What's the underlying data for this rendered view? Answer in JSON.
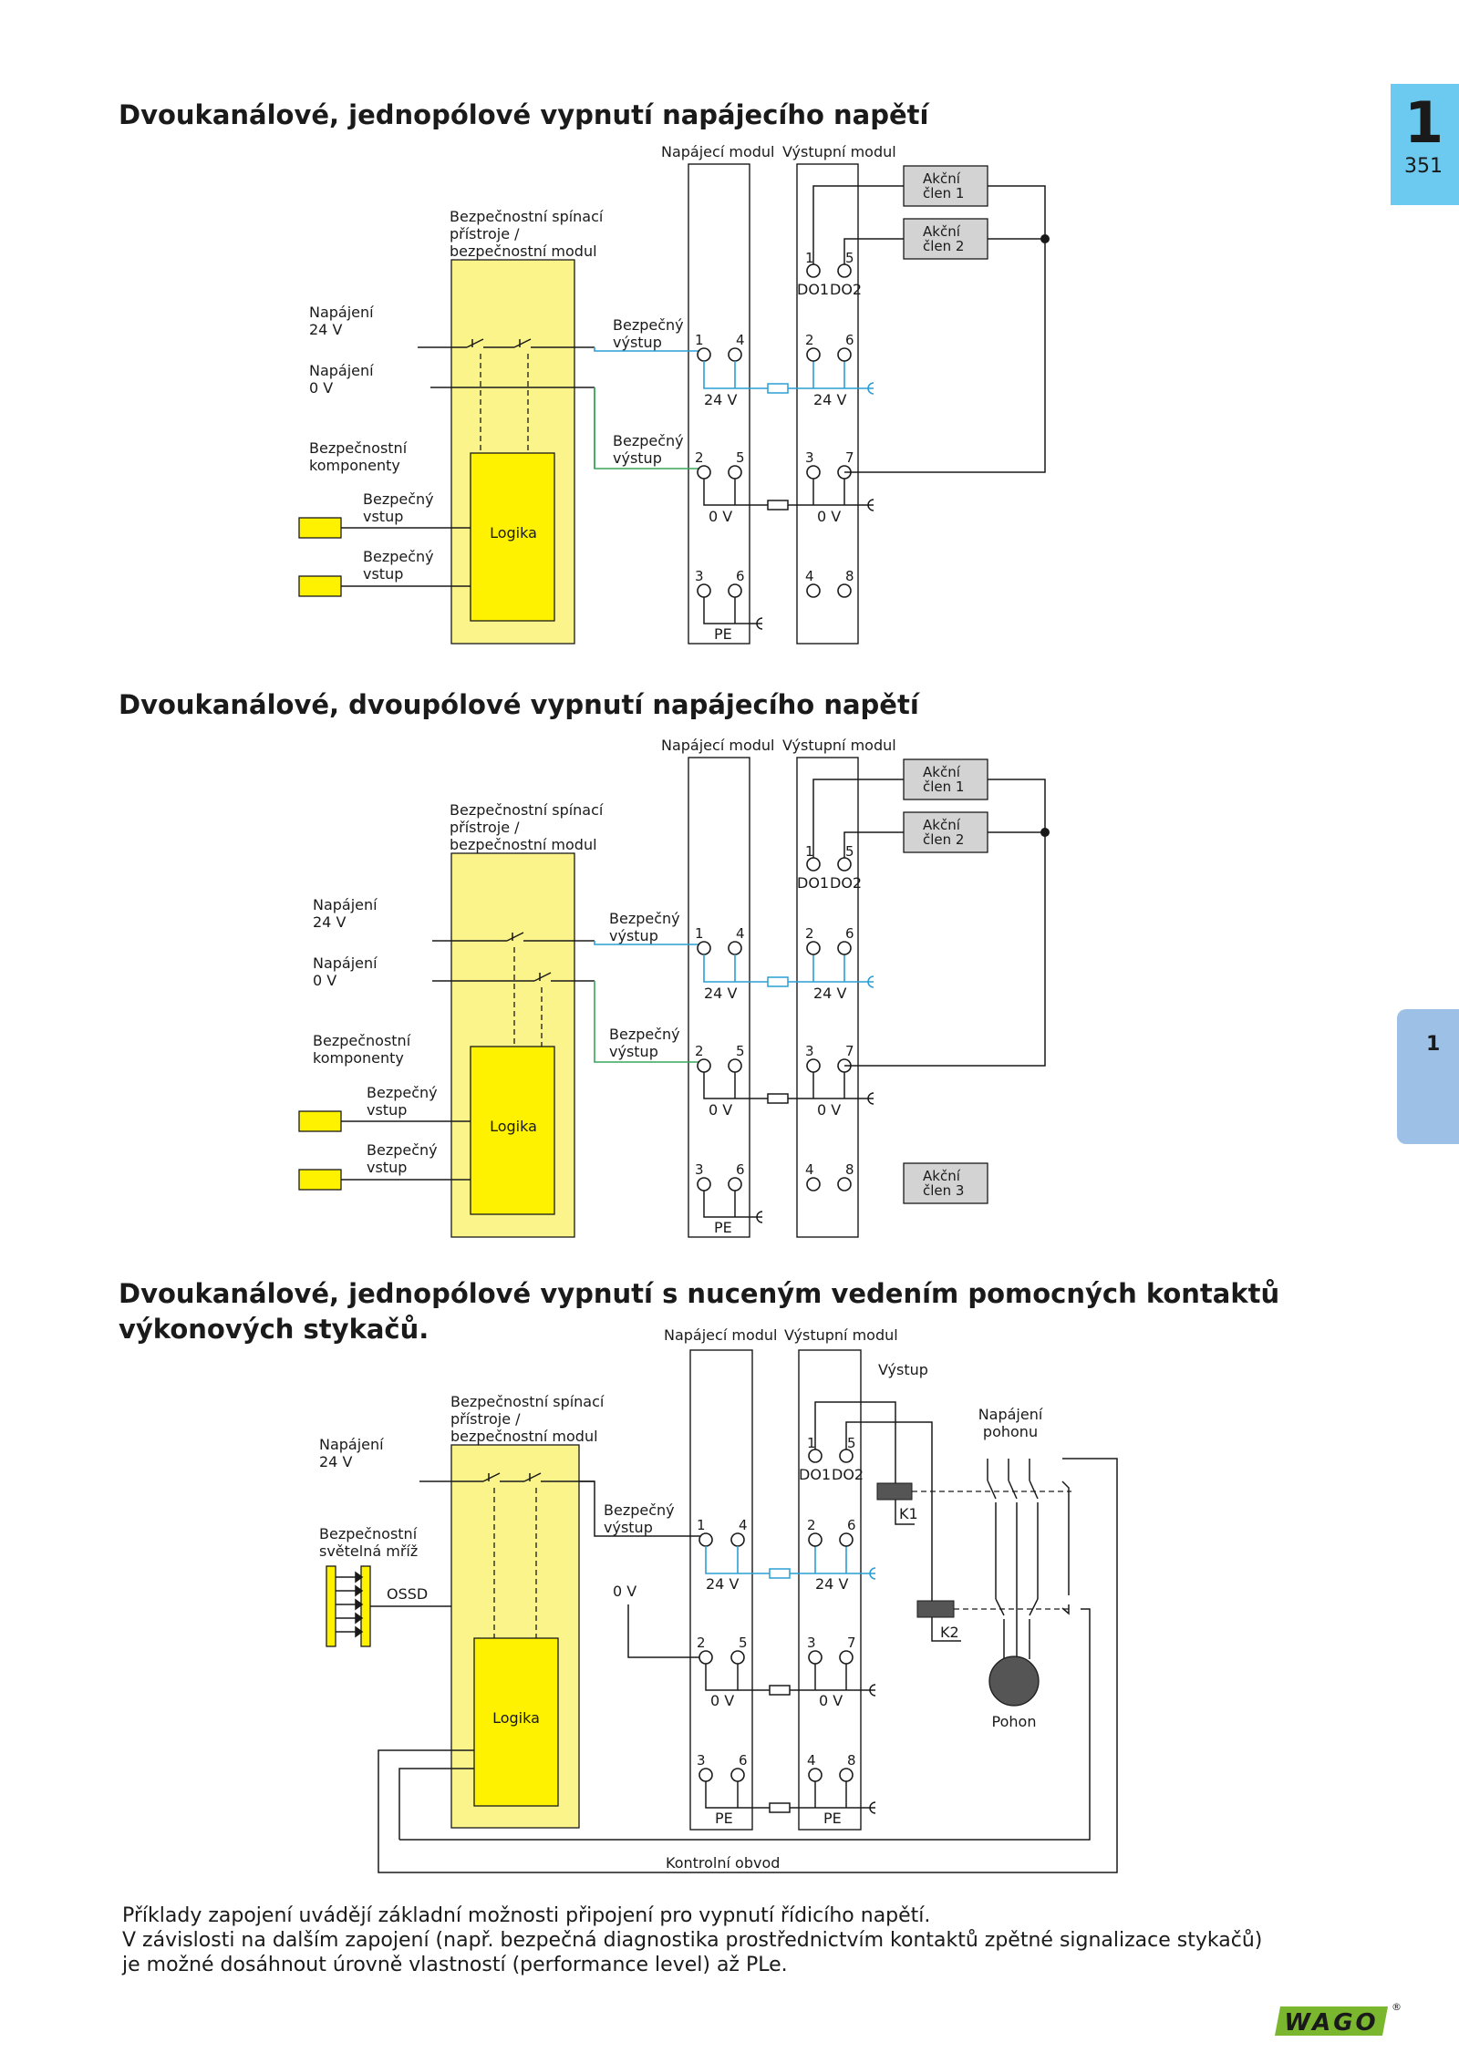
{
  "page": {
    "chapter_number": "1",
    "page_number": "351",
    "side_tab_number": "1"
  },
  "sections": [
    {
      "title": "Dvoukanálové, jednopólové vypnutí napájecího napětí"
    },
    {
      "title": "Dvoukanálové, dvoupólové vypnutí napájecího napětí"
    },
    {
      "title_line1": "Dvoukanálové, jednopólové vypnutí s nuceným vedením pomocných kontaktů",
      "title_line2": "výkonových stykačů."
    }
  ],
  "labels": {
    "supply_module": "Napájecí modul",
    "output_module": "Výstupní modul",
    "safety_device": [
      "Bezpečnostní spínací",
      "přístroje /",
      "bezpečnostní modul"
    ],
    "supply_24v": [
      "Napájení",
      "24 V"
    ],
    "supply_0v": [
      "Napájení",
      "0 V"
    ],
    "safety_components": [
      "Bezpečnostní",
      "komponenty"
    ],
    "safe_input": [
      "Bezpečný",
      "vstup"
    ],
    "safe_output": [
      "Bezpečný",
      "výstup"
    ],
    "logic": "Logika",
    "actuator_1": [
      "Akční",
      "člen 1"
    ],
    "actuator_2": [
      "Akční",
      "člen 2"
    ],
    "actuator_3": [
      "Akční",
      "člen 3"
    ],
    "v24": "24 V",
    "v0": "0 V",
    "pe": "PE",
    "do1": "DO1",
    "do2": "DO2",
    "output": "Výstup",
    "drive_supply": [
      "Napájení",
      "pohonu"
    ],
    "drive": "Pohon",
    "k1": "K1",
    "k2": "K2",
    "light_curtain": [
      "Bezpečnostní",
      "světelná mříž"
    ],
    "ossd": "OSSD",
    "control_circuit": "Kontrolní obvod",
    "terminals": [
      "1",
      "4",
      "2",
      "5",
      "3",
      "6",
      "7",
      "8"
    ]
  },
  "footer": {
    "line1": "Příklady zapojení uvádějí základní možnosti připojení pro vypnutí řídicího napětí.",
    "line2": "V závislosti na dalším zapojení (např. bezpečná diagnostika prostřednictvím kontaktů zpětné signalizace stykačů)",
    "line3": "je možné dosáhnout úrovně vlastností (performance level) až PLe."
  },
  "logo": {
    "text": "WAGO",
    "mark": "®"
  },
  "colors": {
    "yellow_panel": "#fbf48a",
    "yellow_logic": "#fff200",
    "blue_wire": "#2a9fd6",
    "green_wire": "#3aa55a",
    "actuator_fill": "#d3d3d3",
    "tab_top": "#6ccaf0",
    "tab_side": "#9cc0e6",
    "wago_green": "#7ab72f"
  }
}
